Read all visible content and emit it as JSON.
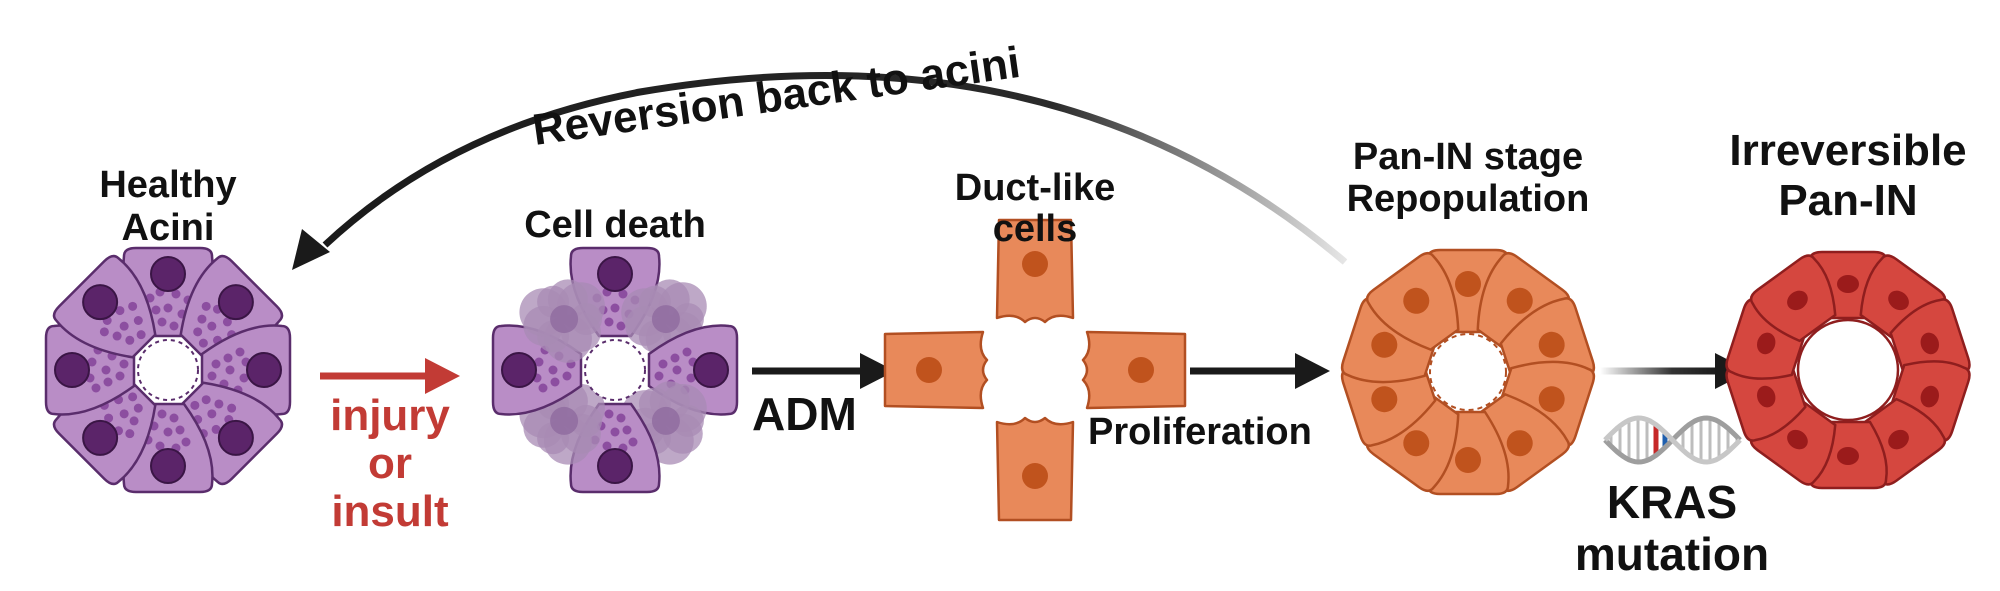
{
  "stages": {
    "healthy": {
      "line1": "Healthy",
      "line2": "Acini"
    },
    "death": {
      "label": "Cell death"
    },
    "duct": {
      "line1": "Duct-like",
      "line2": "cells"
    },
    "panin_stage": {
      "line1": "Pan-IN stage",
      "line2": "Repopulation"
    },
    "irreversible": {
      "line1": "Irreversible",
      "line2": "Pan-IN"
    }
  },
  "transitions": {
    "injury": {
      "line1": "injury",
      "line2": "or",
      "line3": "insult"
    },
    "adm": "ADM",
    "proliferation": "Proliferation",
    "kras": {
      "line1": "KRAS",
      "line2": "mutation"
    },
    "reversion": "Reversion back to acini"
  },
  "colors": {
    "acinar_fill": "#b98dc6",
    "acinar_stroke": "#5a2d6c",
    "nucleus_dark": "#5b2469",
    "granule": "#8c4ea0",
    "debris": "#a88bb4",
    "duct_fill": "#e8895a",
    "duct_stroke": "#b24f22",
    "duct_nucleus": "#c0531d",
    "panin_fill": "#d5473f",
    "panin_stroke": "#8f1e1e",
    "panin_nucleus": "#9b1b1b",
    "injury_red": "#c23b35",
    "arrow_dark": "#1a1a1a"
  },
  "icons": {
    "dna": "dna-helix-icon"
  }
}
